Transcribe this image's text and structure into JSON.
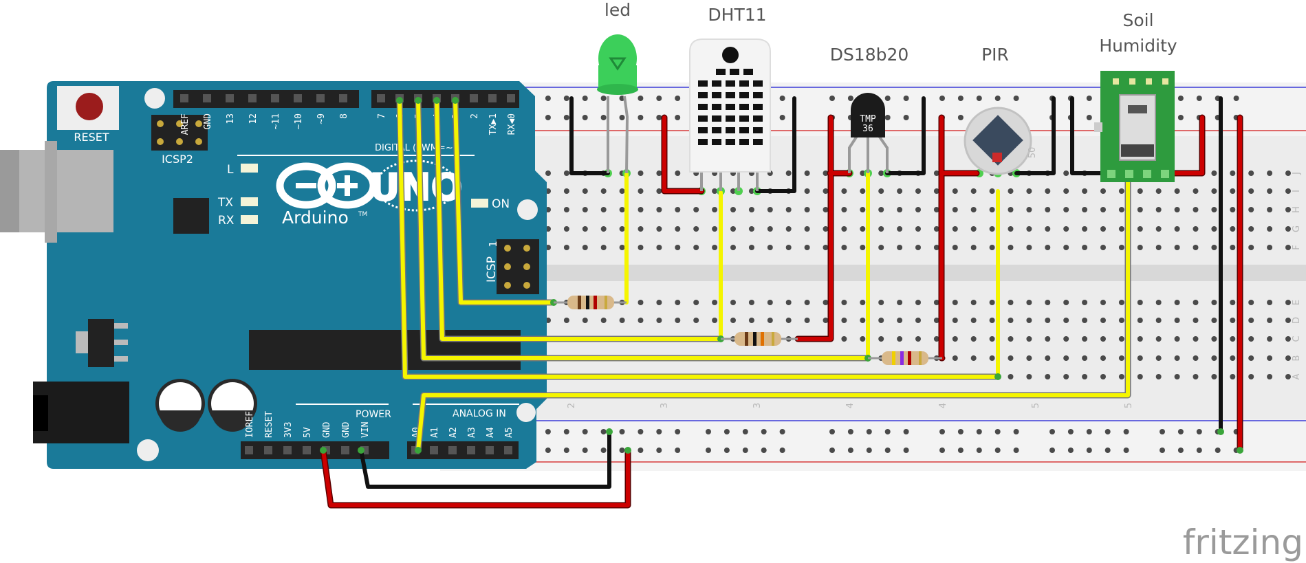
{
  "components": {
    "led": "led",
    "dht11": "DHT11",
    "ds18b20": "DS18b20",
    "pir": "PIR",
    "soil_line1": "Soil",
    "soil_line2": "Humidity"
  },
  "arduino": {
    "reset": "RESET",
    "icsp2": "ICSP2",
    "icsp": "ICSP",
    "icsp_pin1": "1",
    "brand": "Arduino",
    "tm": "TM",
    "model": "UNO",
    "on": "ON",
    "led_l": "L",
    "led_tx": "TX",
    "led_rx": "RX",
    "digital_label": "DIGITAL (PWM=~)",
    "power_label": "POWER",
    "analog_label": "ANALOG IN",
    "top_pins": [
      "AREF",
      "GND",
      "13",
      "12",
      "~11",
      "~10",
      "~9",
      "8"
    ],
    "digital_pins": [
      "7",
      "~6",
      "~5",
      "4",
      "~3",
      "2",
      "TX▶1",
      "RX◀0"
    ],
    "power_pins": [
      "IOREF",
      "RESET",
      "3V3",
      "5V",
      "GND",
      "GND",
      "VIN"
    ],
    "analog_pins": [
      "A0",
      "A1",
      "A2",
      "A3",
      "A4",
      "A5"
    ]
  },
  "breadboard": {
    "row_letters_top": [
      "J",
      "I",
      "H",
      "G",
      "F"
    ],
    "row_letters_bottom": [
      "E",
      "D",
      "C",
      "B",
      "A"
    ],
    "column_numbers": [
      "2",
      "3",
      "3",
      "4",
      "4",
      "5",
      "5"
    ],
    "pir_mark": "50"
  },
  "sensor_marks": {
    "ds18b20_text1": "TMP",
    "ds18b20_text2": "36"
  },
  "watermark": "fritzing",
  "colors": {
    "board_teal": "#1a7a99",
    "wire_yellow": "#f5f500",
    "wire_red": "#cc0000",
    "wire_black": "#111111",
    "led_green": "#3ccf5a",
    "soil_green": "#2e9b3e"
  }
}
